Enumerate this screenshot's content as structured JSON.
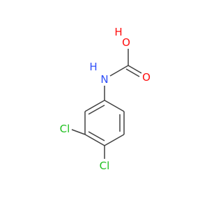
{
  "molecule": {
    "atoms": [
      {
        "id": "O1",
        "label": "O",
        "color": "#ff0d0d"
      },
      {
        "id": "H1",
        "label": "H",
        "color": "#ff0d0d"
      },
      {
        "id": "O2",
        "label": "O",
        "color": "#ff0d0d"
      },
      {
        "id": "N1",
        "label": "N",
        "color": "#3050f8"
      },
      {
        "id": "H2",
        "label": "H",
        "color": "#3050f8"
      },
      {
        "id": "Cl1",
        "label": "Cl",
        "color": "#1fc01f"
      },
      {
        "id": "Cl2",
        "label": "Cl",
        "color": "#1fc01f"
      }
    ],
    "bond_color": "#404040"
  }
}
